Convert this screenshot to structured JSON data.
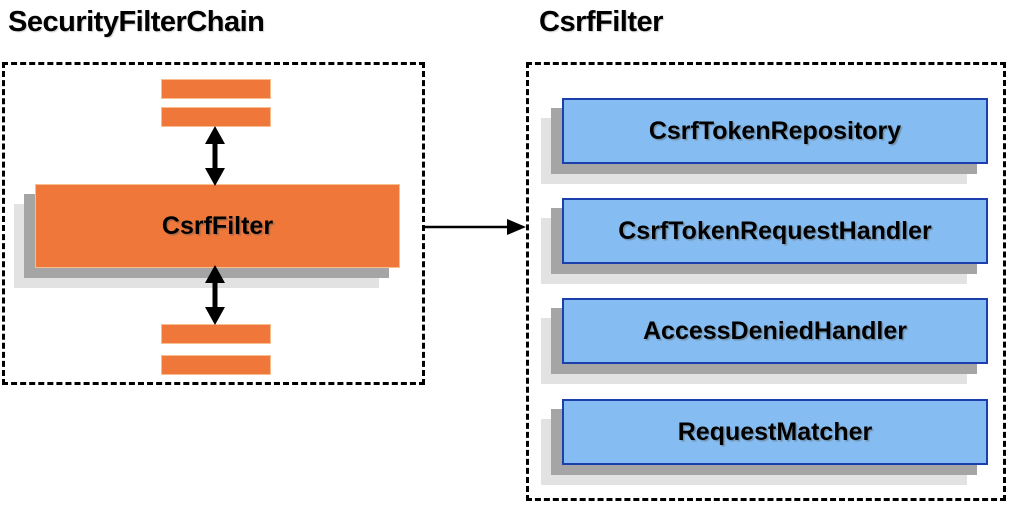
{
  "left_panel": {
    "title": "SecurityFilterChain",
    "filter_label": "CsrfFilter"
  },
  "right_panel": {
    "title": "CsrfFilter",
    "items": [
      {
        "label": "CsrfTokenRepository"
      },
      {
        "label": "CsrfTokenRequestHandler"
      },
      {
        "label": "AccessDeniedHandler"
      },
      {
        "label": "RequestMatcher"
      }
    ]
  },
  "colors": {
    "orange_fill": "#F0773A",
    "orange_border": "#F8BE91",
    "blue_fill": "#85BDF2",
    "blue_border": "#1C3FAE",
    "shadow_dark": "#A5A5A5",
    "shadow_light": "#E2E2E2",
    "line": "#000000"
  }
}
